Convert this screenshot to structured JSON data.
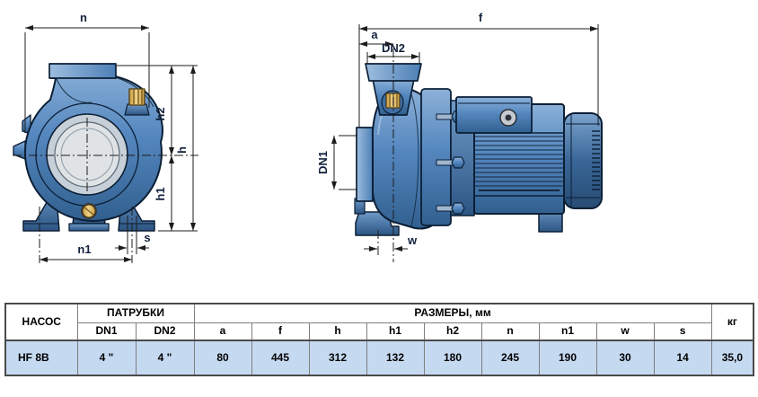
{
  "figure": {
    "description_labels": {
      "front_view": {
        "n": "n",
        "h2": "h2",
        "h": "h",
        "h1": "h1",
        "n1": "n1",
        "s": "s"
      },
      "side_view": {
        "f": "f",
        "a": "a",
        "dn2": "DN2",
        "dn1": "DN1",
        "w": "w"
      }
    },
    "colors": {
      "pump_body_blue": "#5587bf",
      "pump_body_dark": "#31608f",
      "outline": "#0c1f35",
      "brass_plug": "#e0b85e",
      "dimension_line": "#1c1c1c"
    }
  },
  "table": {
    "col_groups": {
      "pump": "НАСОС",
      "ports": "ПАТРУБКИ",
      "dimensions": "РАЗМЕРЫ, мм",
      "weight": "кг"
    },
    "sub_headers": [
      "DN1",
      "DN2",
      "a",
      "f",
      "h",
      "h1",
      "h2",
      "n",
      "n1",
      "w",
      "s"
    ],
    "rows": [
      {
        "pump": "HF 8B",
        "dn1": "4 \"",
        "dn2": "4 \"",
        "a": "80",
        "f": "445",
        "h": "312",
        "h1": "132",
        "h2": "180",
        "n": "245",
        "n1": "190",
        "w": "30",
        "s": "14",
        "kg": "35,0"
      }
    ],
    "row_bg": "#C5D9F1"
  }
}
